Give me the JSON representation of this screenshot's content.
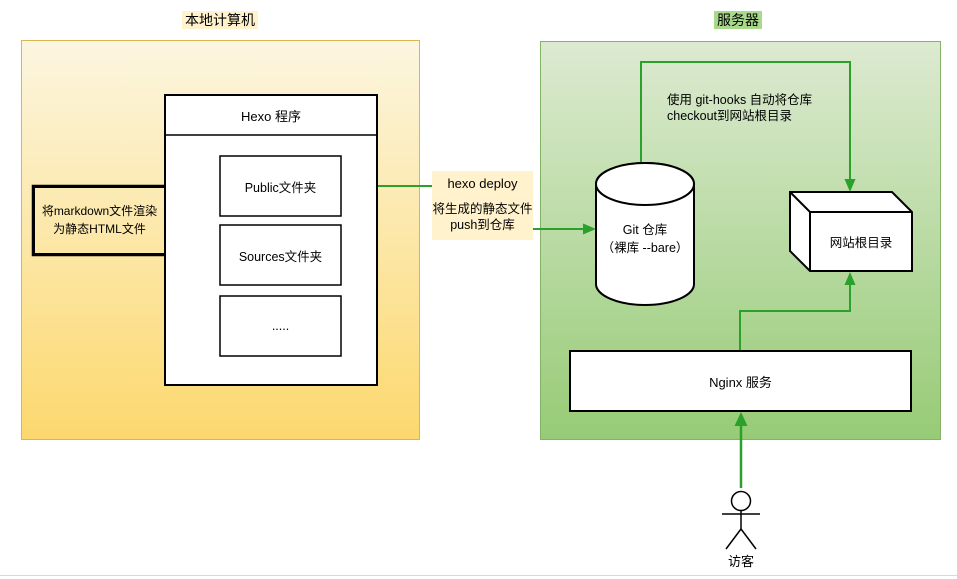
{
  "header": {
    "local_title": "本地计算机",
    "server_title": "服务器"
  },
  "local": {
    "hexo_title": "Hexo 程序",
    "folders": [
      {
        "label": "Public文件夹"
      },
      {
        "label": "Sources文件夹"
      },
      {
        "label": "....."
      }
    ],
    "render_note": "将markdown文件渲染为静态HTML文件"
  },
  "deploy": {
    "command": "hexo deploy",
    "note_line1": "将生成的静态文件",
    "note_line2": "push到仓库"
  },
  "server": {
    "git_repo_line1": "Git 仓库",
    "git_repo_line2": "（裸库 --bare）",
    "githooks_line1": "使用 git-hooks 自动将仓库",
    "githooks_line2": "checkout到网站根目录",
    "webroot_label": "网站根目录",
    "nginx_label": "Nginx 服务"
  },
  "visitor": {
    "label": "访客"
  },
  "colors": {
    "local_container_top": "#FCF6E0",
    "local_container_bottom": "#FCD86E",
    "local_container_border": "#D6B656",
    "server_container_top": "#DCEAD1",
    "server_container_bottom": "#97CB76",
    "server_container_border": "#82B366",
    "connector_green": "#2BA02B",
    "connector_black": "#000000",
    "note_background": "#FFF2CC",
    "server_title_highlight": "#A9DA8C",
    "local_title_highlight": "#FFF2CC",
    "node_fill": "#FFFFFF"
  }
}
